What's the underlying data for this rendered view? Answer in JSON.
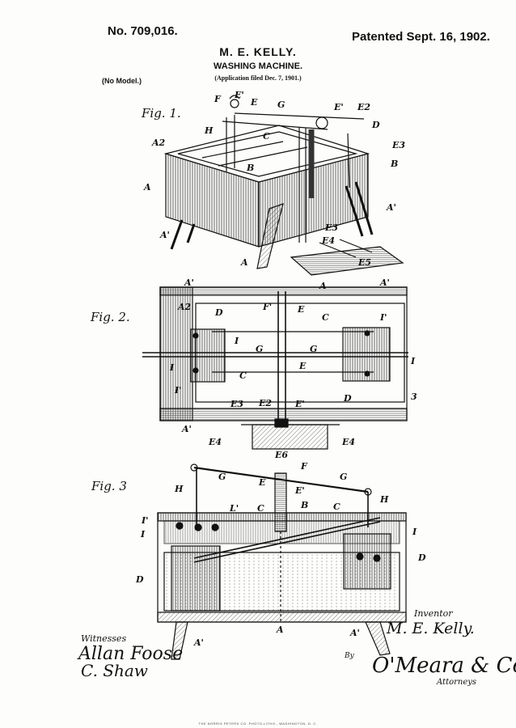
{
  "header": {
    "patent_number": "No. 709,016.",
    "patent_date": "Patented Sept. 16, 1902.",
    "inventor_name": "M. E. KELLY.",
    "invention_title": "WASHING MACHINE.",
    "application_filed": "(Application filed Dec. 7, 1901.)",
    "model_note": "(No Model.)"
  },
  "figures": [
    {
      "label": "Fig. 1."
    },
    {
      "label": "Fig. 2."
    },
    {
      "label": "Fig. 3"
    }
  ],
  "reference_labels": {
    "fig1": [
      "F",
      "E'",
      "E",
      "G",
      "E'",
      "E2",
      "D",
      "H",
      "C",
      "A2",
      "E3",
      "B",
      "B",
      "A",
      "A'",
      "A'",
      "E3",
      "E4",
      "A",
      "E5"
    ],
    "fig2": [
      "A'",
      "A",
      "A'",
      "F'",
      "E",
      "C",
      "A2",
      "D",
      "I'",
      "I",
      "G",
      "G",
      "I",
      "I",
      "E",
      "I'",
      "C",
      "D",
      "3",
      "E3",
      "E2",
      "E'",
      "A'",
      "E4",
      "E6",
      "E4"
    ],
    "fig3": [
      "F",
      "G",
      "E",
      "G",
      "H",
      "E'",
      "H",
      "I'",
      "L'",
      "C",
      "B",
      "C",
      "I",
      "I",
      "D",
      "D",
      "A",
      "A'",
      "A'"
    ]
  },
  "signatures": {
    "witnesses_label": "Witnesses",
    "witness_1": "Allan Foose",
    "witness_2": "C. Shaw",
    "inventor_label": "Inventor",
    "inventor_signature": "M. E. Kelly.",
    "by_label": "By",
    "attorney_signature": "O'Meara & Co",
    "attorneys_label": "Attorneys"
  },
  "printer_imprint": "THE NORRIS PETERS CO. PHOTO-LITHO., WASHINGTON, D. C."
}
